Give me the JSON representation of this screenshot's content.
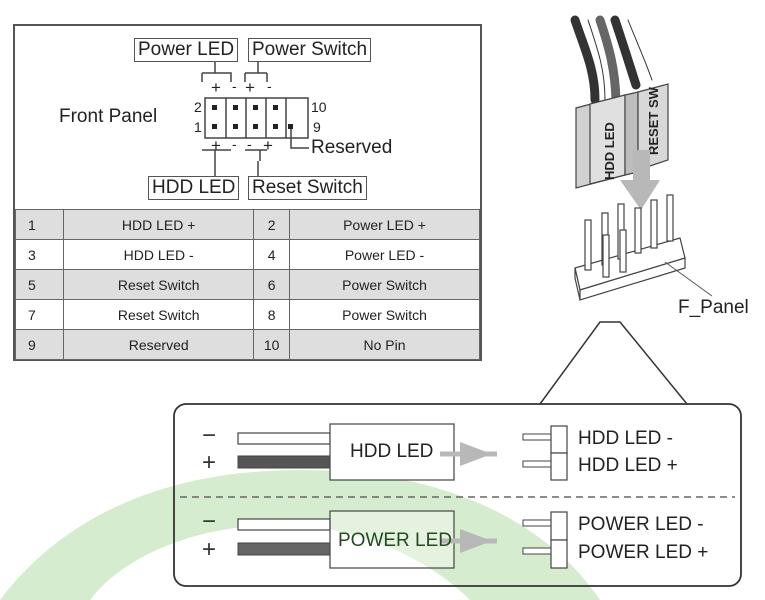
{
  "pin_diagram": {
    "title": "Front Panel",
    "top_labels": [
      "Power LED",
      "Power Switch"
    ],
    "bottom_labels": [
      "HDD LED",
      "Reset Switch"
    ],
    "reserved_label": "Reserved",
    "pin_numbers": {
      "top_left": "2",
      "bottom_left": "1",
      "top_right": "10",
      "bottom_right": "9"
    },
    "top_polarity": [
      "+",
      "-",
      "+",
      "-"
    ],
    "bottom_polarity": [
      "+",
      "-",
      "-",
      "+"
    ]
  },
  "pin_table": {
    "rows": [
      {
        "pin_a": "1",
        "desc_a": "HDD LED +",
        "pin_b": "2",
        "desc_b": "Power LED +"
      },
      {
        "pin_a": "3",
        "desc_a": "HDD LED -",
        "pin_b": "4",
        "desc_b": "Power LED -"
      },
      {
        "pin_a": "5",
        "desc_a": "Reset Switch",
        "pin_b": "6",
        "desc_b": "Power Switch"
      },
      {
        "pin_a": "7",
        "desc_a": "Reset Switch",
        "pin_b": "8",
        "desc_b": "Power Switch"
      },
      {
        "pin_a": "9",
        "desc_a": "Reserved",
        "pin_b": "10",
        "desc_b": "No Pin"
      }
    ]
  },
  "connector_illustration": {
    "connector_labels": [
      "HDD LED",
      "RESET SW"
    ],
    "header_label": "F_Panel"
  },
  "wiring_detail": {
    "sections": [
      {
        "connector": "HDD LED",
        "minus_sign": "−",
        "plus_sign": "+",
        "pin_minus": "HDD LED -",
        "pin_plus": "HDD LED +"
      },
      {
        "connector": "POWER LED",
        "minus_sign": "−",
        "plus_sign": "+",
        "pin_minus": "POWER LED -",
        "pin_plus": "POWER LED +"
      }
    ]
  },
  "colors": {
    "watermark_green": "#cfe8c4",
    "table_shade": "#dedede",
    "arrow_gray": "#b8b8b8",
    "wire_dark": "#555555"
  }
}
